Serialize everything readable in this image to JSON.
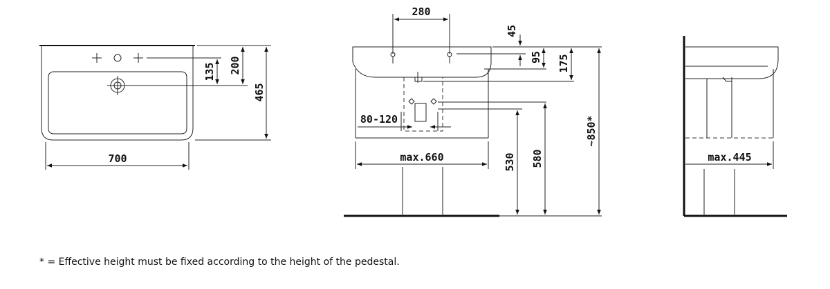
{
  "dimensions": {
    "top_width": "700",
    "top_depth": "465",
    "top_rim_to_waste": "200",
    "top_tap_to_waste": "135",
    "front_tap_spacing": "280",
    "front_rim_to_taphole": "45",
    "front_taphole_depth": "95",
    "front_overflow": "175",
    "front_outlet": "80-120",
    "front_max_width": "max.660",
    "front_height_530": "530",
    "front_height_580": "580",
    "front_effective_height": "~850*",
    "side_max_depth": "max.445"
  },
  "footnote": "* = Effective height must be fixed according to the height of the pedestal."
}
